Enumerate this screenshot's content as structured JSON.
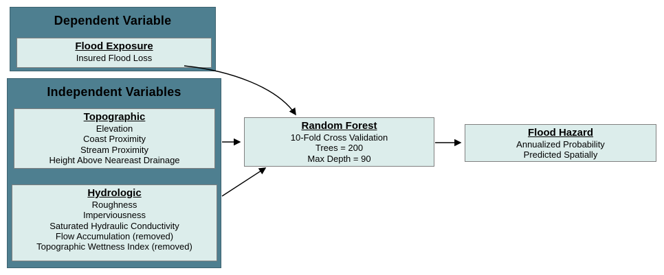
{
  "dependent": {
    "title": "Dependent Variable",
    "flood_exposure": {
      "title": "Flood Exposure",
      "items": [
        "Insured Flood Loss"
      ]
    }
  },
  "independent": {
    "title": "Independent Variables",
    "topographic": {
      "title": "Topographic",
      "items": [
        "Elevation",
        "Coast Proximity",
        "Stream Proximity",
        "Height Above Neareast Drainage"
      ]
    },
    "hydrologic": {
      "title": "Hydrologic",
      "items": [
        "Roughness",
        "Imperviousness",
        "Saturated Hydraulic Conductivity",
        "Flow Accumulation (removed)",
        "Topographic Wettness Index (removed)"
      ]
    }
  },
  "random_forest": {
    "title": "Random Forest",
    "items": [
      "10-Fold Cross Validation",
      "Trees = 200",
      "Max Depth = 90"
    ]
  },
  "flood_hazard": {
    "title": "Flood Hazard",
    "items": [
      "Annualized Probability",
      "Predicted Spatially"
    ]
  },
  "colors": {
    "group_background": "#4e7f90",
    "node_background": "#dcedeb",
    "node_border": "#7f7f7f",
    "arrow": "#000000",
    "page_background": "#ffffff"
  }
}
